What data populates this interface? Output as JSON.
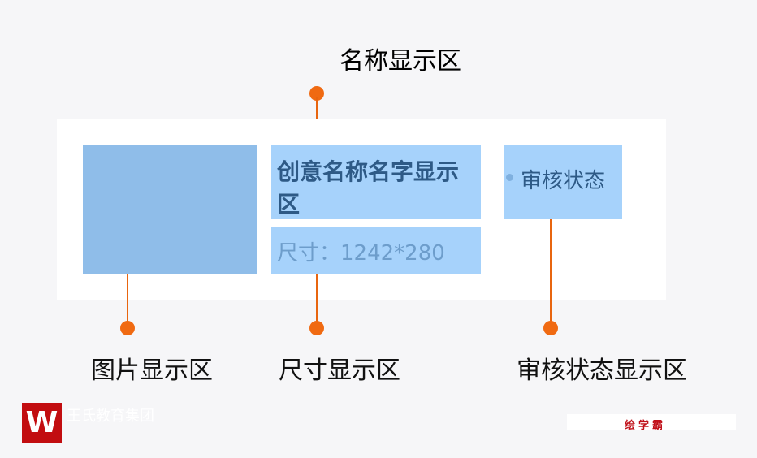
{
  "labels": {
    "name_area": "名称显示区",
    "image_area": "图片显示区",
    "size_area": "尺寸显示区",
    "status_area": "审核状态显示区"
  },
  "preview": {
    "name": "创意名称名字显示区",
    "size": "尺寸：1242*280",
    "status": "审核状态"
  },
  "watermark": {
    "left_logo": "W",
    "left_text": "王氏教育集团",
    "right_text": "绘学霸"
  },
  "colors": {
    "accent": "#f06a12",
    "box": "#a6d2fb",
    "image_box": "#8fbde9"
  }
}
